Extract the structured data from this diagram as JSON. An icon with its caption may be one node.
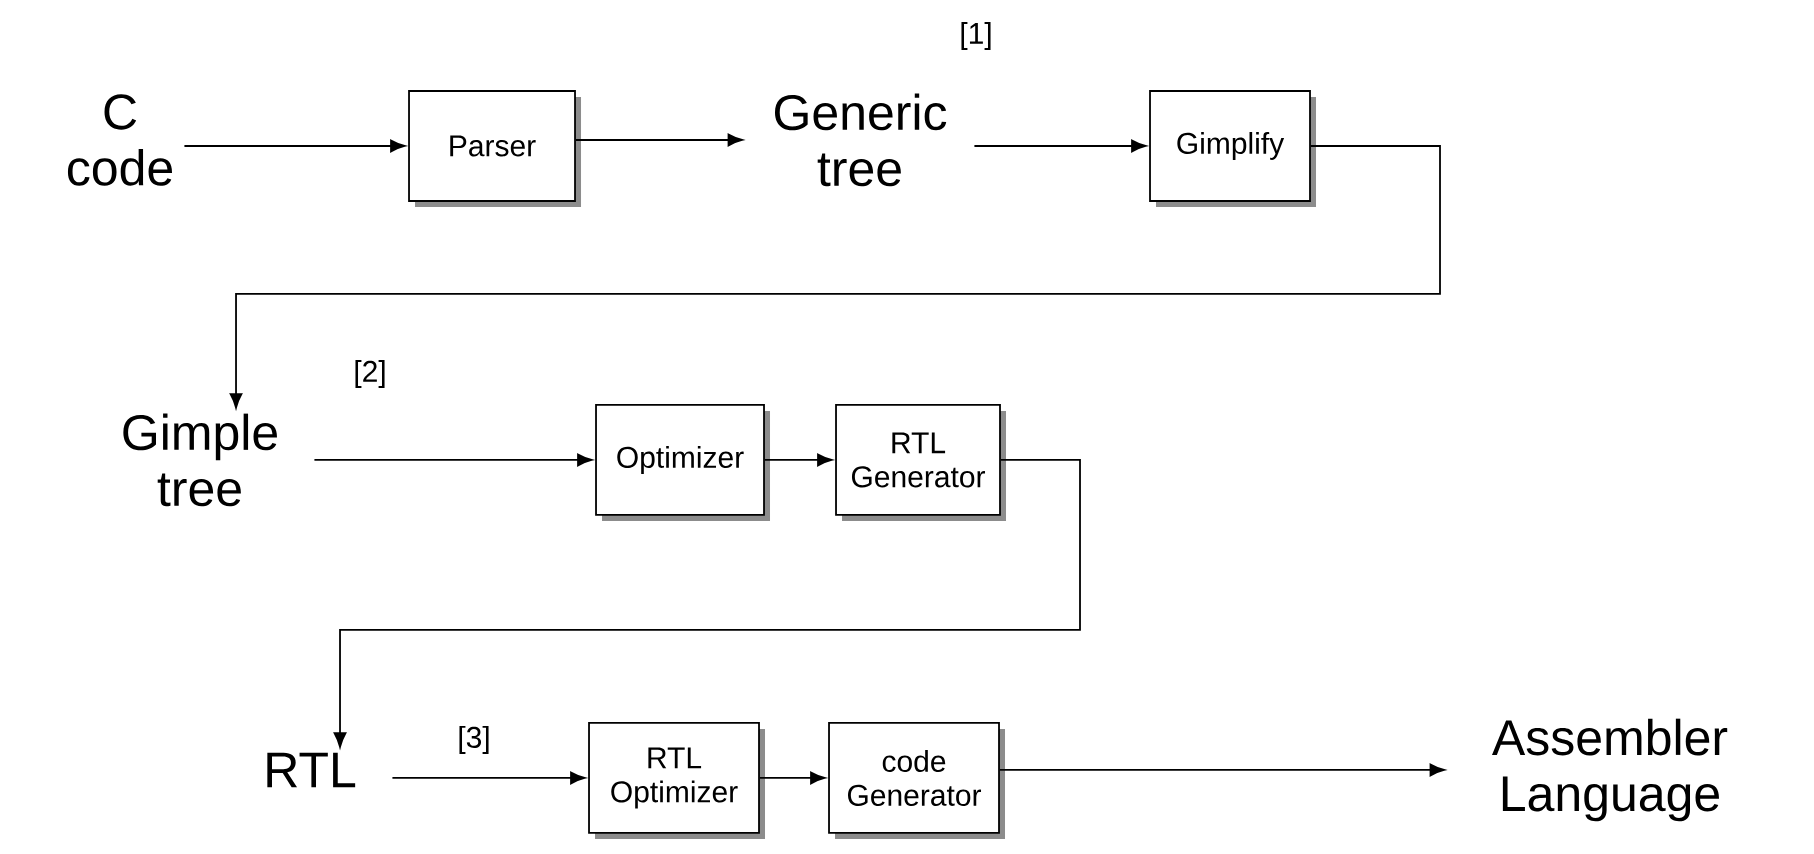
{
  "diagram": {
    "nodes": [
      {
        "text": [
          "C code"
        ]
      },
      {
        "text": [
          "Parser"
        ]
      },
      {
        "text": [
          "Generic tree"
        ],
        "beside": [
          "[1]"
        ]
      },
      {
        "text": [
          "Gimplify"
        ]
      },
      {
        "text": [
          "Gimple tree"
        ],
        "beside": [
          "[2]"
        ]
      },
      {
        "text": [
          "Optimizer"
        ]
      },
      {
        "text": [
          "RTL Generator"
        ]
      },
      {
        "text": [
          "RTL"
        ],
        "beside": [
          "[3]"
        ]
      },
      {
        "text": [
          "RTL Optimizer"
        ]
      },
      {
        "text": [
          "code Generator"
        ]
      },
      {
        "text": [
          "Assembler Language"
        ]
      }
    ],
    "edges": [
      {
        "from": 0,
        "to": 1,
        "arrow": "to"
      },
      {
        "from": 1,
        "to": 2,
        "arrow": "to"
      },
      {
        "from": 2,
        "to": 3,
        "arrow": "to"
      },
      {
        "from": 3,
        "to": 4,
        "arrow": "to"
      },
      {
        "from": 4,
        "to": 5,
        "arrow": "to"
      },
      {
        "from": 5,
        "to": 6,
        "arrow": "to"
      },
      {
        "from": 6,
        "to": 7,
        "arrow": "to"
      },
      {
        "from": 7,
        "to": 8,
        "arrow": "to"
      },
      {
        "from": 8,
        "to": 9,
        "arrow": "to"
      },
      {
        "from": 9,
        "to": 10,
        "arrow": "to"
      }
    ]
  }
}
